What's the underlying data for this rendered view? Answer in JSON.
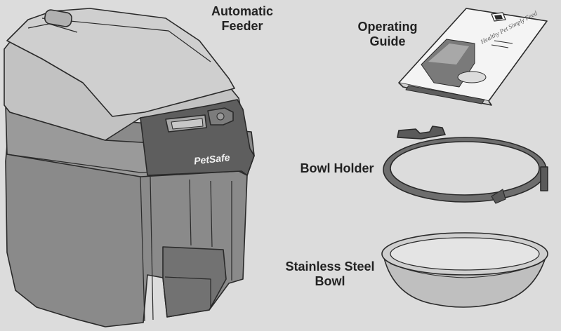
{
  "labels": {
    "feeder": [
      "Automatic",
      "Feeder"
    ],
    "guide": [
      "Operating",
      "Guide"
    ],
    "holder": [
      "Bowl Holder"
    ],
    "bowl": [
      "Stainless Steel",
      "Bowl"
    ]
  },
  "feeder_logo": "PetSafe",
  "colors": {
    "background": "#dcdcdc",
    "lid": "#c2c2c2",
    "body": "#8a8a8a",
    "body_dark": "#6e6e6e",
    "panel": "#5e5e5e",
    "outline": "#2a2a2a",
    "paper": "#f4f4f4",
    "bowl": "#cfcfcf"
  }
}
